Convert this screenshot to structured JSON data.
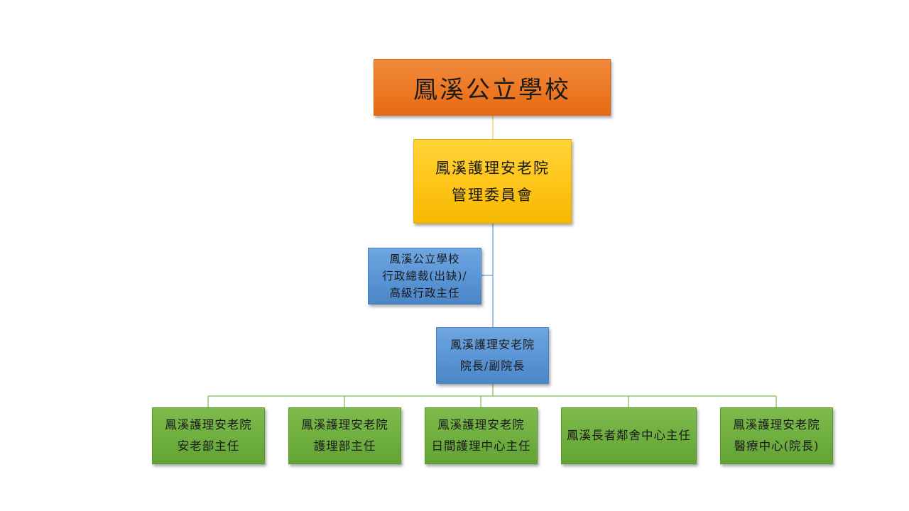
{
  "colors": {
    "root_fill": "#ee7a25",
    "committee_fill": "#ffc61a",
    "blue_fill": "#5b96d6",
    "green_fill": "#70b040",
    "connector_yellow": "#f5c542",
    "connector_blue": "#5b9bd5",
    "connector_green": "#7dbb4c"
  },
  "org_chart": {
    "root": {
      "lines": [
        "鳳溪公立學校"
      ]
    },
    "committee": {
      "lines": [
        "鳳溪護理安老院",
        "管理委員會"
      ]
    },
    "assistant": {
      "lines": [
        "鳳溪公立學校",
        "行政總裁(出缺)/",
        "高級行政主任"
      ]
    },
    "director": {
      "lines": [
        "鳳溪護理安老院",
        "院長/副院長"
      ]
    },
    "departments": [
      {
        "lines": [
          "鳳溪護理安老院",
          "安老部主任"
        ]
      },
      {
        "lines": [
          "鳳溪護理安老院",
          "護理部主任"
        ]
      },
      {
        "lines": [
          "鳳溪護理安老院",
          "日間護理中心主任"
        ]
      },
      {
        "lines": [
          "鳳溪長者鄰舍中心主任"
        ]
      },
      {
        "lines": [
          "鳳溪護理安老院",
          "醫療中心(院長)"
        ]
      }
    ]
  }
}
